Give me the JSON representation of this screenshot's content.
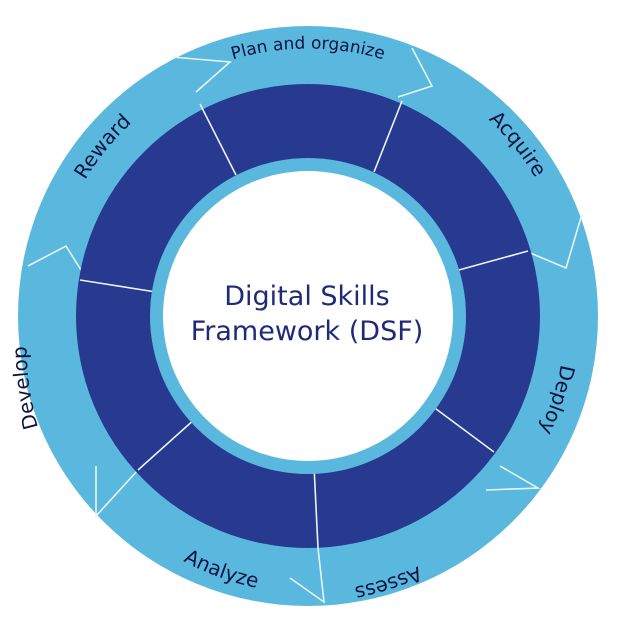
{
  "center": {
    "line1": "Digital Skills",
    "line2": "Framework (DSF)"
  },
  "stages": [
    {
      "label": "Plan and organize"
    },
    {
      "label": "Acquire"
    },
    {
      "label": "Deploy"
    },
    {
      "label": "Assess"
    },
    {
      "label": "Analyze"
    },
    {
      "label": "Develop"
    },
    {
      "label": "Reward"
    }
  ],
  "colors": {
    "outer_ring": "#5ab8df",
    "inner_ring": "#273a8f",
    "separator": "#e8f4fb",
    "center_fill": "#ffffff",
    "text_dark": "#0d1440",
    "title_text": "#1e2a78"
  }
}
